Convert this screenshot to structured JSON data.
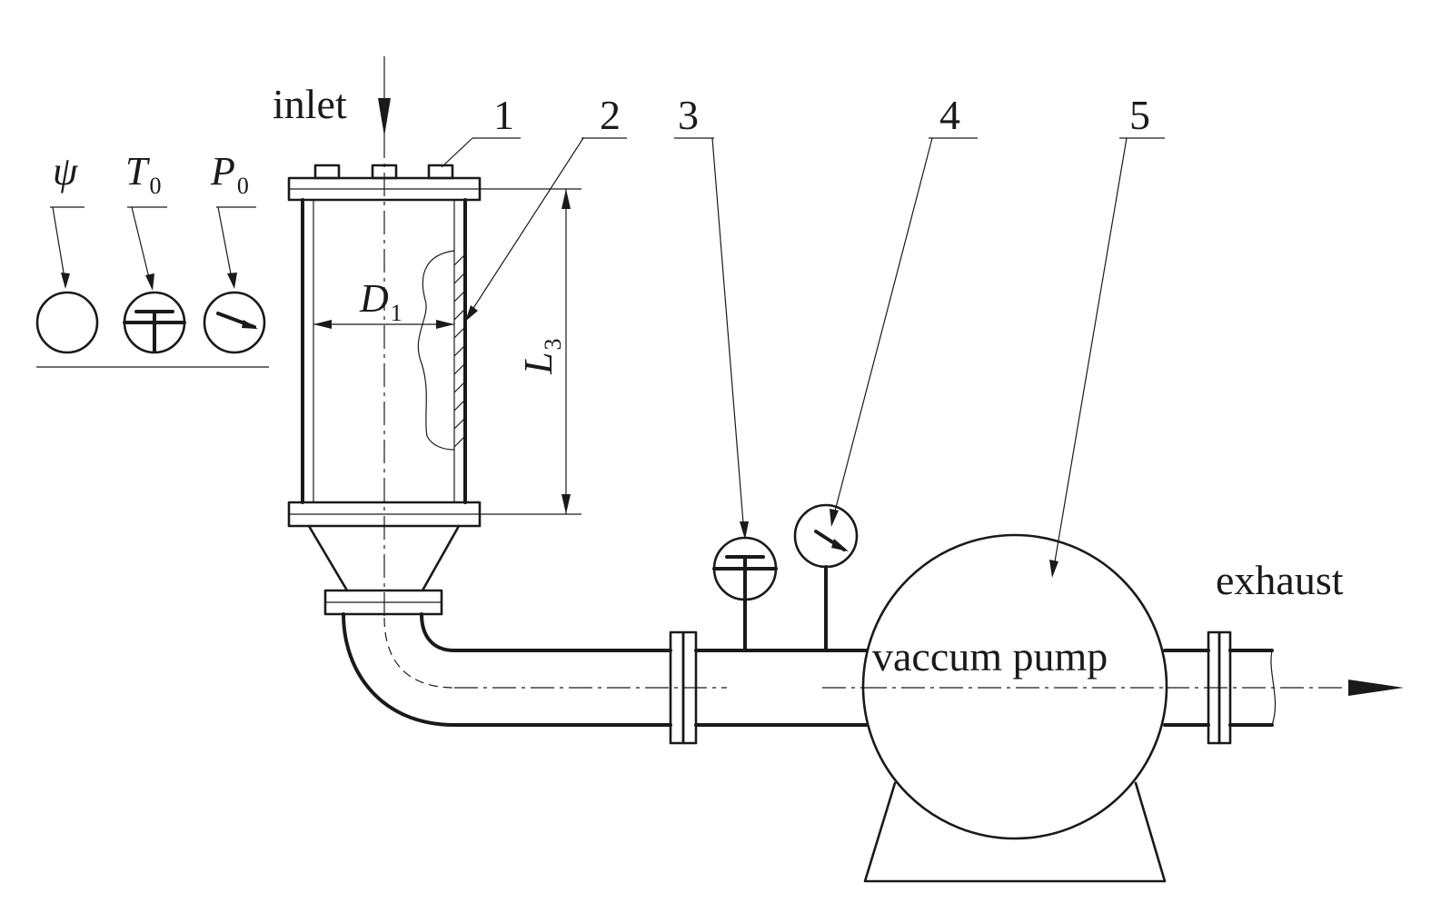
{
  "labels": {
    "inlet": "inlet",
    "exhaust": "exhaust",
    "pump": "vaccum pump",
    "callouts": [
      "1",
      "2",
      "3",
      "4",
      "5"
    ]
  },
  "legend": {
    "psi": {
      "symbol": "ψ"
    },
    "T0": {
      "symbol": "T",
      "sub": "0"
    },
    "P0": {
      "symbol": "P",
      "sub": "0"
    }
  },
  "dimensions": {
    "D1": {
      "symbol": "D",
      "sub": "1"
    },
    "L3": {
      "symbol": "L",
      "sub": "3"
    }
  },
  "colors": {
    "ink": "#1a1a1a",
    "background": "#ffffff"
  }
}
